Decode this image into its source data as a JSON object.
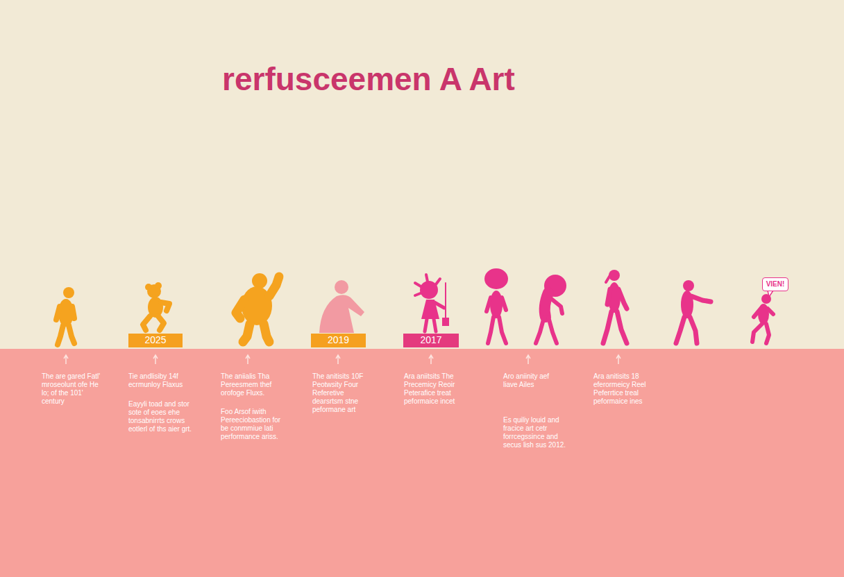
{
  "diagram": {
    "title": "rerfusceemen A Art",
    "nodes": [
      {
        "text": [
          "2025"
        ]
      },
      {
        "text": [
          "2019"
        ]
      },
      {
        "text": [
          "2017"
        ]
      },
      {
        "text": [
          "VIEN!"
        ]
      }
    ],
    "labels": [
      "The are gared Fatl' mroseolunt ofe He lo; of the 101' century",
      "Tie andlisiby 14f ecrmunloy Flaxus",
      "Eayyli toad and stor sote of eoes ehe tonsabnirrts crows eotlerl of ths aier grt.",
      "The aniialis Tha Pereesmem thef orofoge Fluxs.",
      "Foo Arsof iwith Pereeciobastion for be conmmiue lati performance ariss.",
      "The anitisits 10F Peotwsity Four Referetive dearsrtsm stne peformane art",
      "Ara aniitsits The Precemicy Reoir Peterafice treat peformaice incet",
      "Aro aniinity aef liave Ailes",
      "Es quiliy louid and fracice art cetr forrcegssince and secus lish sus 2012.",
      "Ara anitisits 18 eferormeicy Reel Peferrtice treal peformaice ines"
    ]
  }
}
